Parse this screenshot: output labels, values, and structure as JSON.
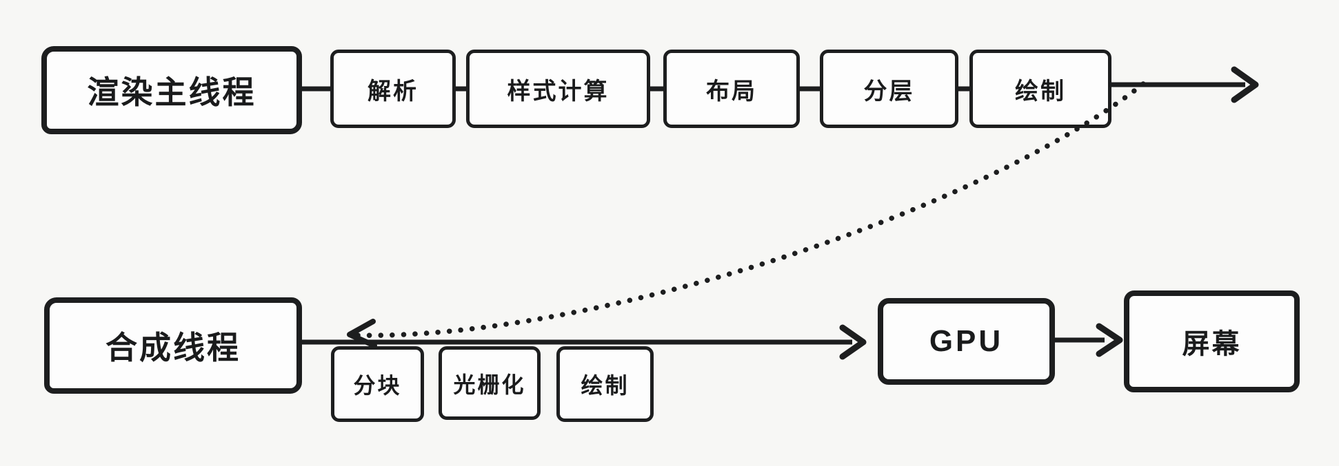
{
  "colors": {
    "background": "#f7f7f5",
    "stroke": "#1d1e1f",
    "node_fill": "#fdfdfd"
  },
  "main_thread": {
    "label": "渲染主线程",
    "steps": {
      "parse": "解析",
      "style_calc": "样式计算",
      "layout": "布局",
      "layer": "分层",
      "paint": "绘制"
    }
  },
  "compositor_thread": {
    "label": "合成线程",
    "steps": {
      "tiling": "分块",
      "raster": "光栅化",
      "draw": "绘制"
    },
    "gpu": "GPU",
    "screen": "屏幕"
  }
}
